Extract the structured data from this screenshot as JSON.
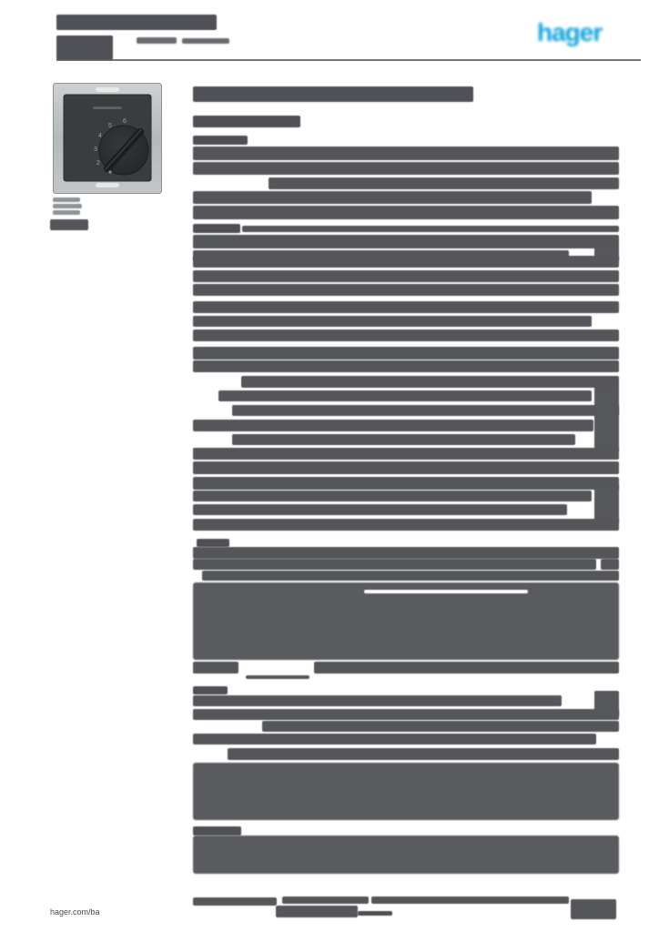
{
  "brand": {
    "logo_text": "hager",
    "logo_color": "#0aa1dc"
  },
  "footer": {
    "link_label": "hager.com/ba"
  },
  "product_image": {
    "description": "rotary control device, anthracite plate on metal mounting frame",
    "dial_numbers": [
      "2",
      "3",
      "4",
      "5",
      "6"
    ]
  },
  "colors": {
    "redaction_bar": "#55565a",
    "redaction_dense": "#5a5b5f",
    "header_rule": "#77787c",
    "footer_text": "#4a4b4f",
    "logo_blue": "#0aa1dc"
  },
  "redactions": {
    "default_color": "#55565a",
    "groups": [
      {
        "name": "header-title-redaction",
        "color": "#505156",
        "bars": [
          [
            62,
            16,
            176,
            17
          ],
          [
            62,
            39,
            62,
            27
          ]
        ]
      },
      {
        "name": "header-subtitle-redaction",
        "color": "#6a6b6f",
        "cls": "light",
        "bars": [
          [
            150,
            41,
            44,
            7
          ],
          [
            200,
            42,
            52,
            6
          ]
        ]
      },
      {
        "name": "product-caption-redaction",
        "bars": [
          [
            55,
            241,
            42,
            12
          ]
        ]
      },
      {
        "name": "accessory-thumbnails",
        "color": "#8f9497",
        "bars": [
          [
            58,
            217,
            30,
            5
          ],
          [
            58,
            224,
            32,
            5
          ],
          [
            58,
            231,
            30,
            5
          ]
        ]
      },
      {
        "name": "main-title-redaction",
        "color": "#505156",
        "bars": [
          [
            212,
            95,
            308,
            17
          ]
        ]
      },
      {
        "name": "section-heading-redaction",
        "color": "#4f5054",
        "bars": [
          [
            212,
            127,
            118,
            13
          ],
          [
            212,
            149,
            60,
            10
          ],
          [
            212,
            246,
            52,
            10
          ],
          [
            216,
            592,
            36,
            9
          ],
          [
            212,
            754,
            38,
            9
          ],
          [
            212,
            908,
            53,
            10
          ]
        ]
      },
      {
        "name": "redacted-text-line",
        "bars": [
          [
            212,
            161,
            468,
            15
          ],
          [
            212,
            178,
            468,
            14
          ],
          [
            295,
            195,
            385,
            13
          ],
          [
            212,
            210,
            438,
            14
          ],
          [
            212,
            226,
            468,
            15
          ],
          [
            266,
            248,
            414,
            7
          ],
          [
            212,
            258,
            468,
            15
          ],
          [
            212,
            275,
            413,
            12
          ],
          [
            212,
            281,
            468,
            13
          ],
          [
            212,
            297,
            468,
            13
          ],
          [
            212,
            312,
            468,
            13
          ],
          [
            212,
            331,
            468,
            13
          ],
          [
            212,
            347,
            438,
            12
          ],
          [
            212,
            362,
            468,
            13
          ],
          [
            212,
            381,
            468,
            14
          ],
          [
            212,
            396,
            468,
            13
          ],
          [
            265,
            413,
            415,
            13
          ],
          [
            240,
            429,
            410,
            12
          ],
          [
            255,
            445,
            425,
            12
          ],
          [
            212,
            461,
            440,
            13
          ],
          [
            255,
            477,
            377,
            12
          ],
          [
            212,
            492,
            468,
            13
          ],
          [
            212,
            507,
            468,
            14
          ],
          [
            212,
            524,
            468,
            14
          ],
          [
            212,
            539,
            438,
            12
          ],
          [
            212,
            554,
            411,
            12
          ],
          [
            212,
            570,
            468,
            13
          ],
          [
            212,
            601,
            468,
            13
          ],
          [
            212,
            614,
            443,
            12
          ],
          [
            660,
            614,
            20,
            12
          ],
          [
            222,
            627,
            458,
            11
          ],
          [
            212,
            727,
            50,
            13
          ],
          [
            345,
            727,
            335,
            13
          ],
          [
            270,
            742,
            70,
            4
          ],
          [
            212,
            764,
            405,
            12
          ],
          [
            212,
            779,
            468,
            12
          ],
          [
            288,
            792,
            392,
            12
          ],
          [
            212,
            806,
            443,
            12
          ],
          [
            250,
            822,
            430,
            13
          ],
          [
            212,
            986,
            92,
            9
          ],
          [
            310,
            985,
            95,
            8
          ],
          [
            408,
            985,
            217,
            8
          ]
        ]
      },
      {
        "name": "redacted-paragraph-block",
        "color": "#5a5b5f",
        "cls": "dense",
        "bars": [
          [
            212,
            640,
            468,
            85
          ],
          [
            212,
            838,
            468,
            63
          ],
          [
            212,
            918,
            468,
            42
          ]
        ]
      },
      {
        "name": "paragraph-gap",
        "color": "#ffffff",
        "bars": [
          [
            400,
            648,
            180,
            4
          ]
        ]
      },
      {
        "name": "value-column-redaction",
        "color": "#56575b",
        "bars": [
          [
            653,
            271,
            27,
            16
          ],
          [
            653,
            424,
            27,
            72
          ],
          [
            653,
            533,
            27,
            42
          ],
          [
            653,
            759,
            27,
            29
          ]
        ]
      },
      {
        "name": "footer-center-redaction",
        "bars": [
          [
            303,
            995,
            90,
            13
          ]
        ]
      },
      {
        "name": "footer-dash-redaction",
        "color": "#4d4e52",
        "bars": [
          [
            393,
            1001,
            38,
            5
          ]
        ]
      },
      {
        "name": "footer-pagenumber-redaction",
        "bars": [
          [
            627,
            988,
            50,
            22
          ]
        ]
      }
    ]
  }
}
